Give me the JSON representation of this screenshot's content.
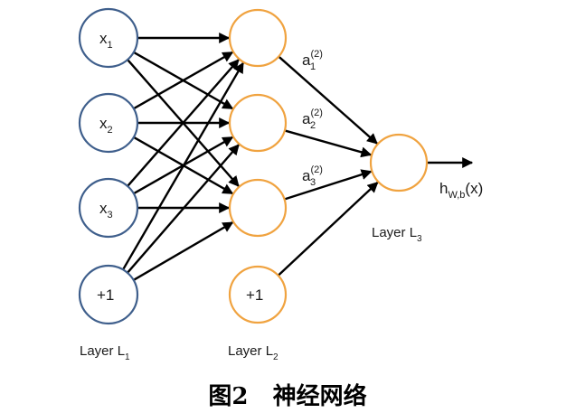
{
  "layer1": {
    "nodes": [
      {
        "base": "x",
        "sub": "1"
      },
      {
        "base": "x",
        "sub": "2"
      },
      {
        "base": "x",
        "sub": "3"
      },
      {
        "base": "+1",
        "sub": ""
      }
    ],
    "label": {
      "base": "Layer L",
      "sub": "1"
    }
  },
  "layer2": {
    "nodes": [
      {
        "base": "",
        "sub": ""
      },
      {
        "base": "",
        "sub": ""
      },
      {
        "base": "",
        "sub": ""
      },
      {
        "base": "+1",
        "sub": ""
      }
    ],
    "label": {
      "base": "Layer L",
      "sub": "2"
    },
    "activations": [
      {
        "base": "a",
        "sup": "(2)",
        "sub": "1"
      },
      {
        "base": "a",
        "sup": "(2)",
        "sub": "2"
      },
      {
        "base": "a",
        "sup": "(2)",
        "sub": "3"
      }
    ]
  },
  "layer3": {
    "label": {
      "base": "Layer L",
      "sub": "3"
    }
  },
  "output": {
    "base": "h",
    "sub": "W,b",
    "tail": "(x)"
  },
  "caption": "图2   神经网络",
  "colors": {
    "input_stroke": "#3f5f8c",
    "hidden_stroke": "#f0a340",
    "edge": "#000000"
  }
}
